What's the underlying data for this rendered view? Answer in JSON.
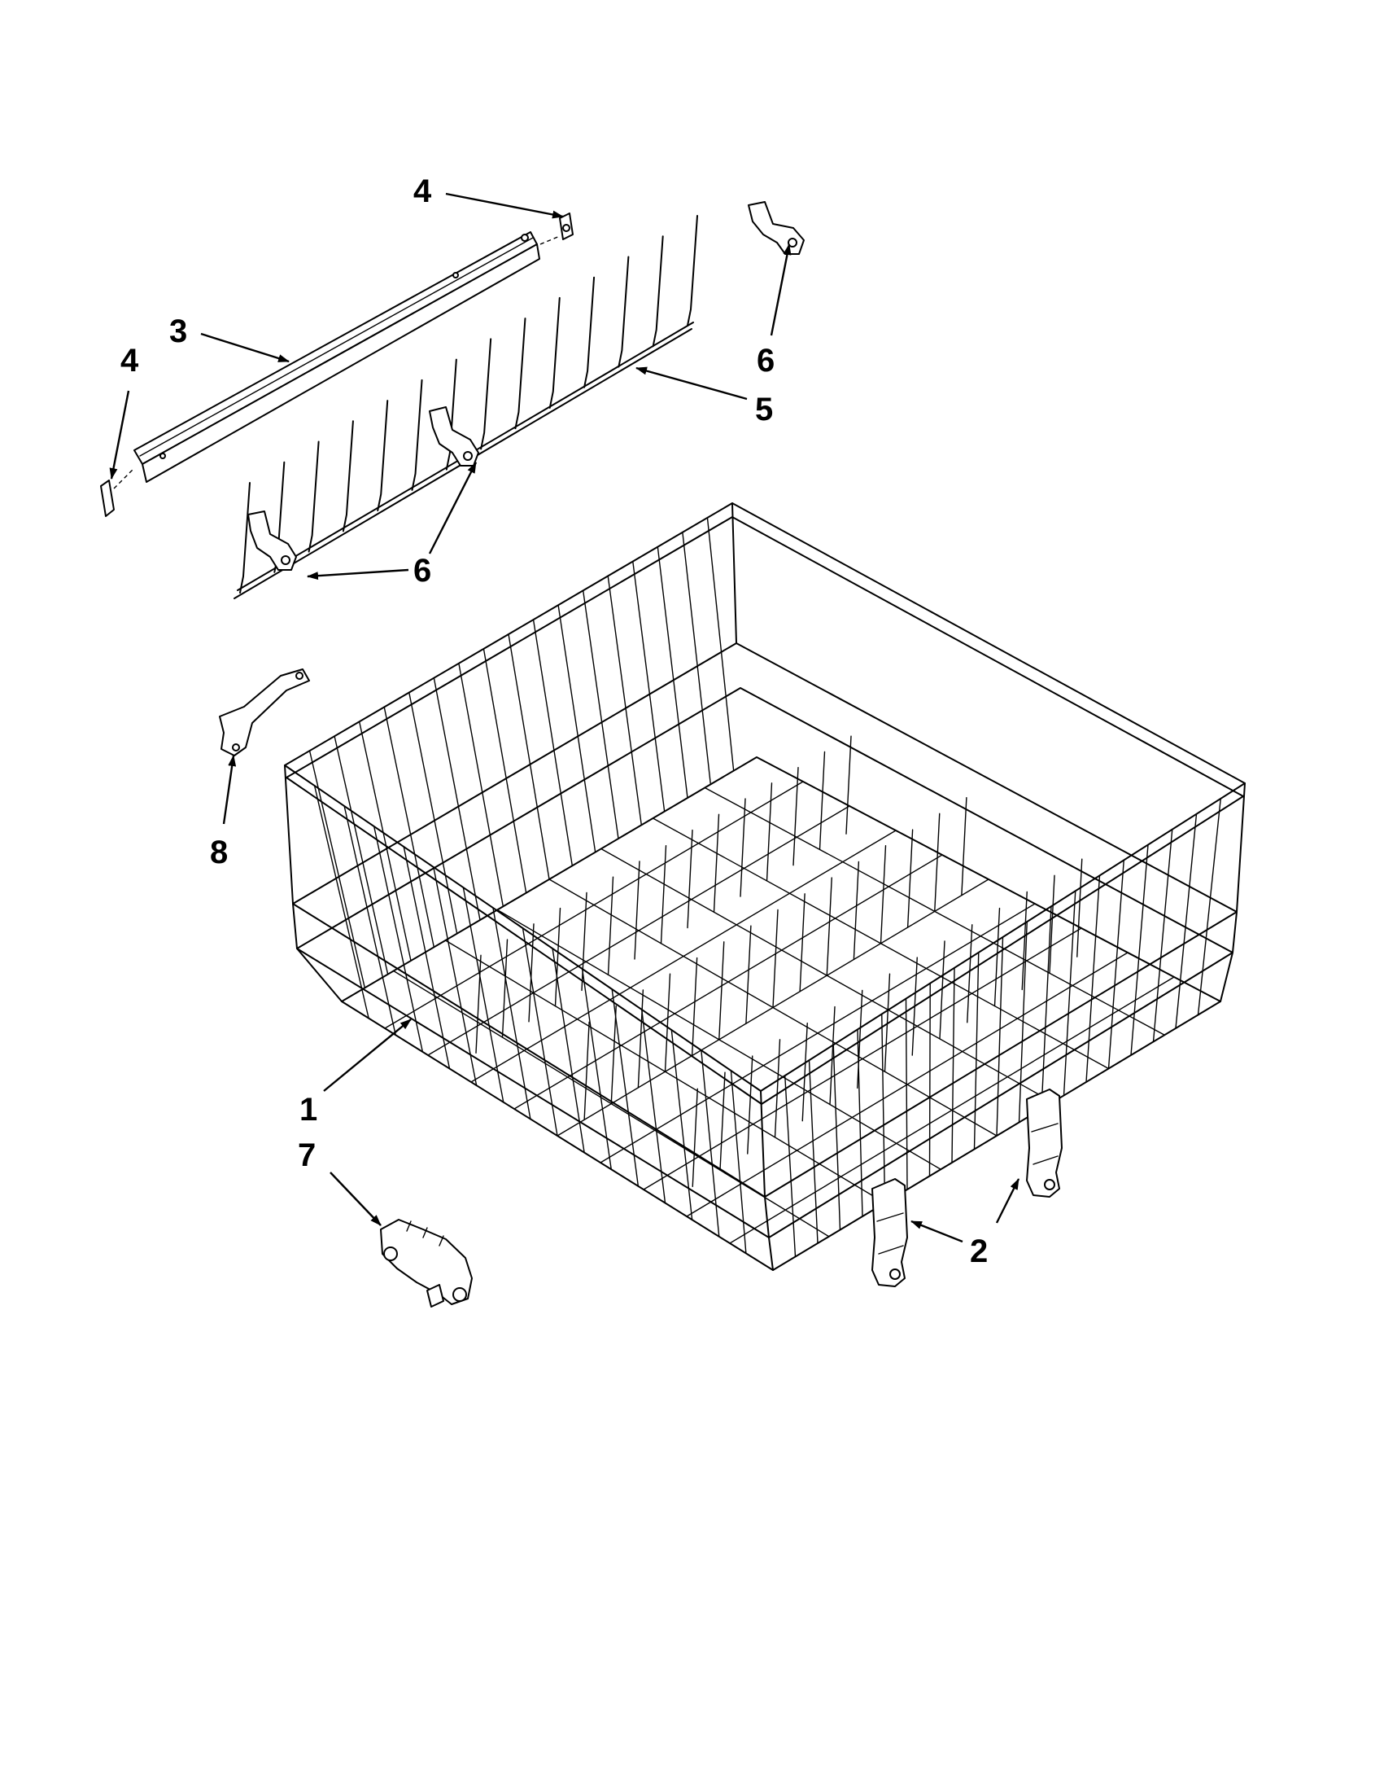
{
  "diagram": {
    "callouts": [
      {
        "id": "c-4-top",
        "label": "4"
      },
      {
        "id": "c-3",
        "label": "3"
      },
      {
        "id": "c-4-left",
        "label": "4"
      },
      {
        "id": "c-6-top-right",
        "label": "6"
      },
      {
        "id": "c-5",
        "label": "5"
      },
      {
        "id": "c-6-lower",
        "label": "6"
      },
      {
        "id": "c-8",
        "label": "8"
      },
      {
        "id": "c-1",
        "label": "1"
      },
      {
        "id": "c-7",
        "label": "7"
      },
      {
        "id": "c-2",
        "label": "2"
      }
    ]
  }
}
